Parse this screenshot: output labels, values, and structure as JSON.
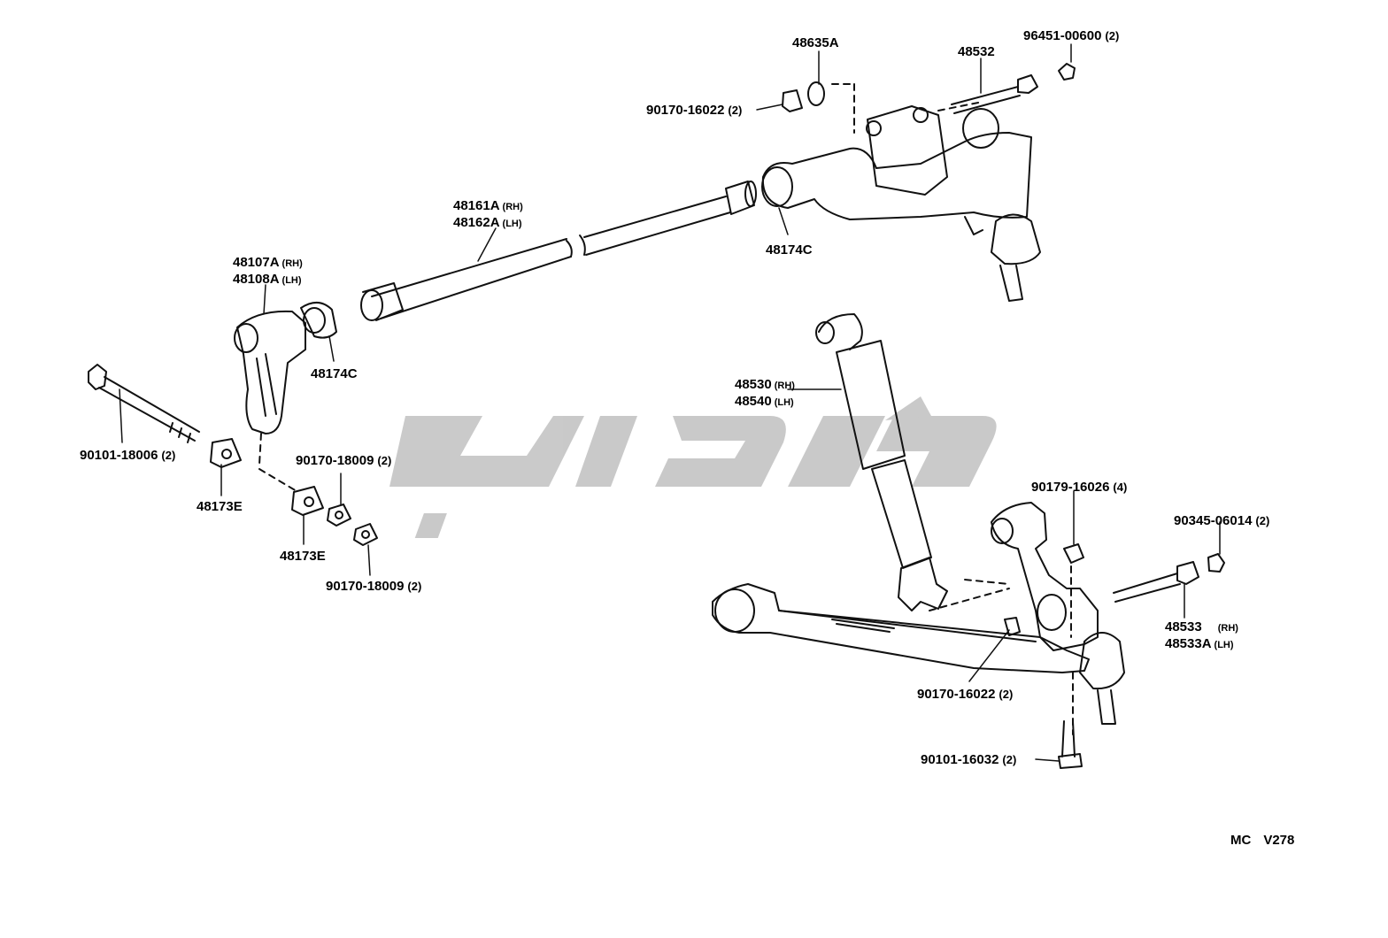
{
  "watermark_color": "#c4c4c4",
  "line_color": "#111111",
  "labels": {
    "l_48635A": "48635A",
    "l_48532": "48532",
    "l_96451": {
      "num": "96451-00600",
      "qty": "(2)"
    },
    "l_90170_16022_top": {
      "num": "90170-16022",
      "qty": "(2)"
    },
    "l_48161A": {
      "num": "48161A",
      "side": "(RH)"
    },
    "l_48162A": {
      "num": "48162A",
      "side": "(LH)"
    },
    "l_48174C_top": "48174C",
    "l_48107A": {
      "num": "48107A",
      "side": "(RH)"
    },
    "l_48108A": {
      "num": "48108A",
      "side": "(LH)"
    },
    "l_48174C_left": "48174C",
    "l_90101_18006": {
      "num": "90101-18006",
      "qty": "(2)"
    },
    "l_48173E_a": "48173E",
    "l_90170_18009_a": {
      "num": "90170-18009",
      "qty": "(2)"
    },
    "l_48173E_b": "48173E",
    "l_90170_18009_b": {
      "num": "90170-18009",
      "qty": "(2)"
    },
    "l_48530": {
      "num": "48530",
      "side": "(RH)"
    },
    "l_48540": {
      "num": "48540",
      "side": "(LH)"
    },
    "l_90179_16026": {
      "num": "90179-16026",
      "qty": "(4)"
    },
    "l_90345_06014": {
      "num": "90345-06014",
      "qty": "(2)"
    },
    "l_48533": {
      "num": "48533",
      "side": "(RH)"
    },
    "l_48533A": {
      "num": "48533A",
      "side": "(LH)"
    },
    "l_90170_16022_bot": {
      "num": "90170-16022",
      "qty": "(2)"
    },
    "l_90101_16032": {
      "num": "90101-16032",
      "qty": "(2)"
    }
  },
  "reference": {
    "prefix": "MC",
    "code": "V278"
  }
}
